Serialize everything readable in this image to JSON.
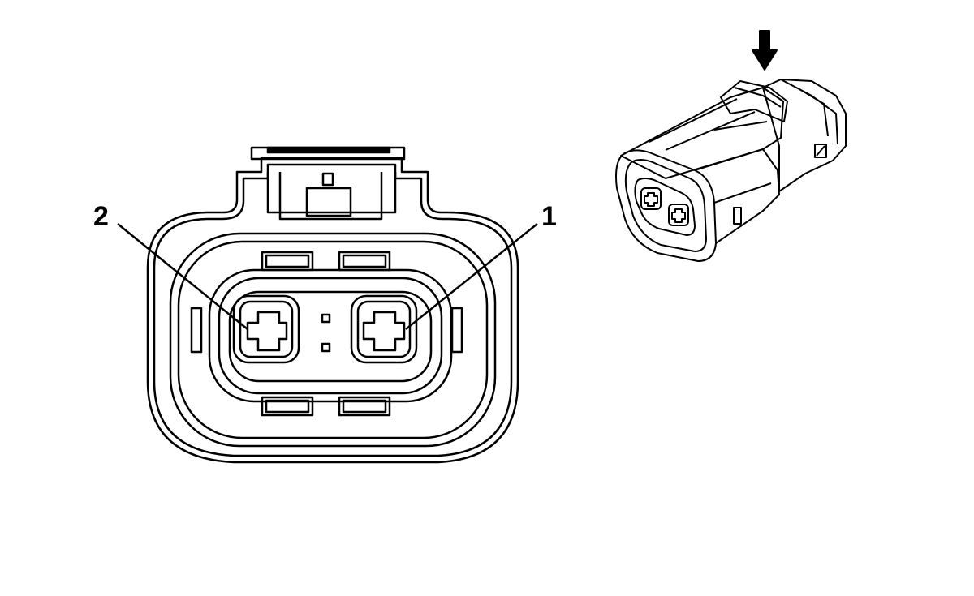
{
  "diagram": {
    "callouts": [
      {
        "id": "pin-2",
        "label": "2"
      },
      {
        "id": "pin-1",
        "label": "1"
      }
    ],
    "colors": {
      "stroke": "#000000",
      "background": "#ffffff"
    }
  }
}
